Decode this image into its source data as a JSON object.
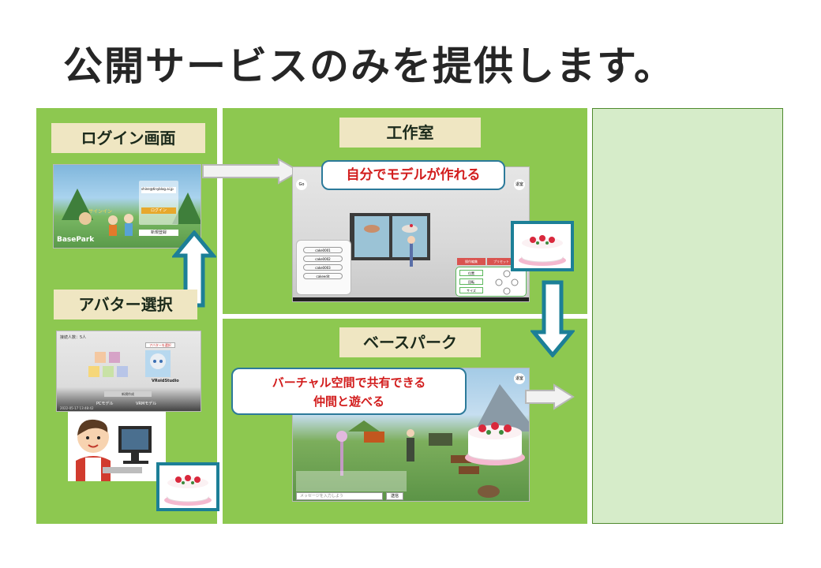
{
  "title": "公開サービスのみを提供します。",
  "left_panel": {
    "login": {
      "label": "ログイン画面",
      "screen": {
        "brand": "BasePark",
        "signin": "サインイン",
        "email_field": "shine@tinyblog.ai.jp",
        "login_button": "ログイン",
        "register_button": "新規登録"
      }
    },
    "avatar": {
      "label": "アバター選択",
      "screen": {
        "header_left": "接続人数：5人",
        "header_right": "アバターを選択",
        "vroid_label": "VRoidStudio",
        "create_button": "新規作成",
        "footer_left": "PCモデル",
        "footer_right": "VRMモデル",
        "timestamp": "2022-05-17 13:48:42"
      }
    }
  },
  "workshop": {
    "label": "工作室",
    "callout": "自分でモデルが作れる",
    "screen": {
      "go_button": "Go",
      "exit_button": "退室",
      "list_items": [
        "cake0001",
        "cake0002",
        "cake0003",
        "cakeedit"
      ],
      "tab_edit": "操作編集",
      "tab_preset": "プリセット",
      "buttons": [
        "位置",
        "回転",
        "サイズ"
      ]
    }
  },
  "basepark": {
    "label": "ベースパーク",
    "callout_line1": "バーチャル空間で共有できる",
    "callout_line2": "仲間と遊べる",
    "screen": {
      "exit_button": "退室",
      "message_placeholder": "メッセージを入力しよう",
      "send_button": "送信"
    }
  },
  "colors": {
    "panel_green": "#8dc850",
    "right_panel": "#d6ecc9",
    "label_bg": "#efe6c2",
    "arrow_blue": "#1c7f97",
    "callout_red": "#d21d1d"
  }
}
